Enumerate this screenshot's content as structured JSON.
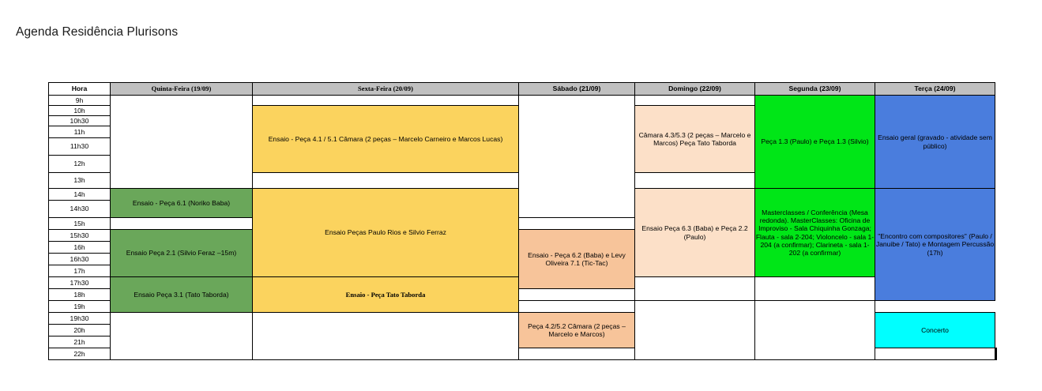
{
  "title": "Agenda Residência Plurisons",
  "colors": {
    "header_gray": "#c0c0c0",
    "yellow": "#fbd35e",
    "green_dark": "#6aa75a",
    "green_bright": "#00e617",
    "peach_dark": "#f7c49a",
    "peach_light": "#fce0c8",
    "blue": "#4a7ddd",
    "cyan": "#00ffff",
    "white": "#ffffff"
  },
  "table": {
    "hour_header": "Hora",
    "columns": [
      {
        "label": "Quinta-Feira (19/09)"
      },
      {
        "label": "Sexta-Feira (20/09)"
      },
      {
        "label": "Sábado (21/09)"
      },
      {
        "label": "Domingo (22/09)"
      },
      {
        "label": "Segunda (23/09)"
      },
      {
        "label": "Terça (24/09)"
      }
    ],
    "hours": [
      "9h",
      "10h",
      "10h30",
      "11h",
      "11h30",
      "12h",
      "13h",
      "14h",
      "14h30",
      "15h",
      "15h30",
      "16h",
      "16h30",
      "17h",
      "17h30",
      "18h",
      "19h",
      "19h30",
      "20h",
      "21h",
      "22h"
    ],
    "events": {
      "quinta_1": "Ensaio - Peça 6.1 (Noriko Baba)",
      "quinta_2": "Ensaio Peça 2.1 (Silvio Feraz –15m)",
      "quinta_3": "Ensaio Peça 3.1 (Tato Taborda)",
      "sexta_1": "Ensaio - Peça 4.1 / 5.1 Câmara (2 peças – Marcelo Carneiro e Marcos Lucas)",
      "sexta_2": "Ensaio Peças Paulo Rios e Silvio Ferraz",
      "sexta_3": "Ensaio - Peça Tato Taborda",
      "sabado_1": "Ensaio - Peça 6.2 (Baba) e Levy Oliveira 7.1 (Tic-Tac)",
      "sabado_2": "Peça 4.2/5.2 Câmara (2 peças – Marcelo e Marcos)",
      "domingo_1": "Câmara 4.3/5.3 (2 peças – Marcelo e Marcos) Peça Tato Taborda",
      "domingo_2": "Ensaio Peça 6.3 (Baba) e Peça 2.2 (Paulo)",
      "segunda_1": "Peça 1.3 (Paulo) e Peça 1.3 (Silvio)",
      "segunda_2": "Masterclasses / Conferência (Mesa redonda). MasterClasses: Oficina de Improviso - Sala Chiquinha Gonzaga; Flauta - sala 2-204; Violoncelo - sala 1-204 (a confirmar); Clarineta - sala 1-202 (a confirmar)",
      "terca_1": "Ensaio geral (gravado - atividade sem público)",
      "terca_2": "\"Encontro com compositores\" (Paulo / Januibe / Tato) e Montagem Percussão (17h)",
      "terca_3": "Concerto"
    }
  }
}
